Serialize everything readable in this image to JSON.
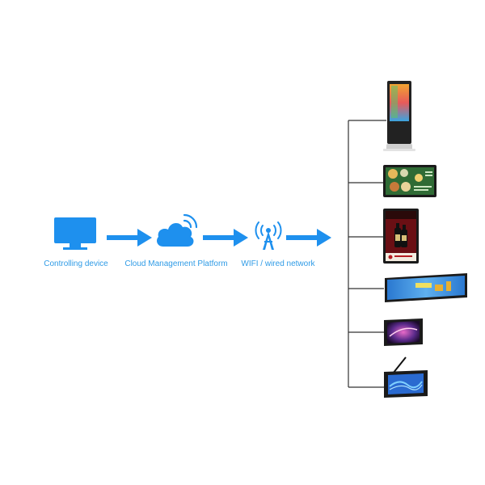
{
  "accent_color": "#1e90ee",
  "line_color": "#333333",
  "flow": {
    "nodes": [
      {
        "icon": "monitor-icon",
        "label": "Controlling device"
      },
      {
        "icon": "cloud-wifi-icon",
        "label": "Cloud Management Platform"
      },
      {
        "icon": "antenna-icon",
        "label": "WIFI / wired network"
      }
    ]
  },
  "displays": [
    {
      "icon": "floor-standing-kiosk-icon",
      "screen_content": "gradient"
    },
    {
      "icon": "menu-board-display-icon",
      "screen_content": "food menu"
    },
    {
      "icon": "wine-ad-display-icon",
      "screen_content": "wine advertisement"
    },
    {
      "icon": "stretched-bar-display-icon",
      "screen_content": "panorama banner"
    },
    {
      "icon": "open-frame-display-icon",
      "screen_content": "abstract"
    },
    {
      "icon": "open-frame-antenna-display-icon",
      "screen_content": "wave"
    }
  ]
}
